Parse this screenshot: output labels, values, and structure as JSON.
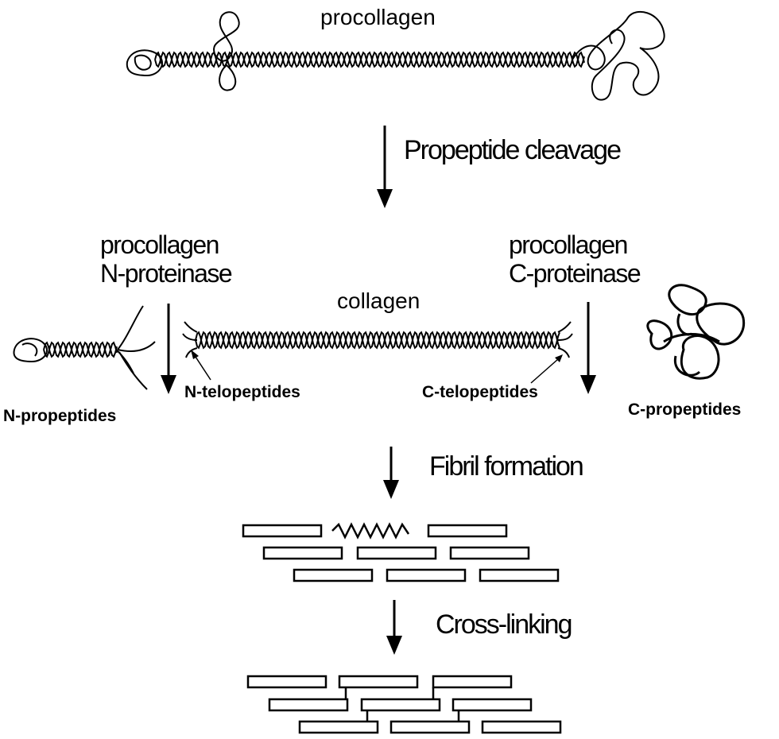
{
  "labels": {
    "procollagen": "procollagen",
    "collagen": "collagen",
    "step_cleavage": "Propeptide cleavage",
    "step_fibril": "Fibril formation",
    "step_crosslink": "Cross-linking",
    "enzyme_n_line1": "procollagen",
    "enzyme_n_line2": "N-proteinase",
    "enzyme_c_line1": "procollagen",
    "enzyme_c_line2": "C-proteinase",
    "n_telopeptides": "N-telopeptides",
    "c_telopeptides": "C-telopeptides",
    "n_propeptides": "N-propeptides",
    "c_propeptides": "C-propeptides"
  }
}
